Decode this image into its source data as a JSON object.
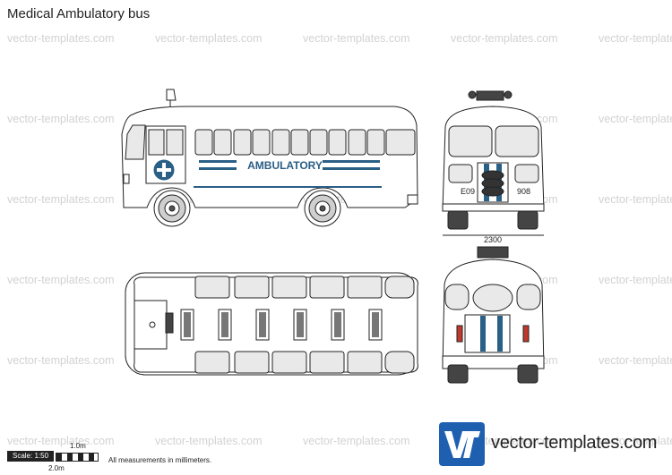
{
  "title": "Medical Ambulatory bus",
  "watermark_text": "vector-templates.com",
  "side_view": {
    "label": "AMBULATORY"
  },
  "front_view": {
    "plate_left": "E09",
    "plate_right": "908",
    "width_dimension": "2300"
  },
  "scale": {
    "label": "Scale: 1:50",
    "one_meter": "1.0m",
    "two_meter": "2.0m",
    "note": "All measurements in millimeters."
  },
  "logo": {
    "text": "vector-templates.com",
    "icon": "vt-logo-icon"
  },
  "colors": {
    "accent": "#2a5f86",
    "logo_blue": "#1f5fb0",
    "watermark": "#d2d2d2"
  }
}
